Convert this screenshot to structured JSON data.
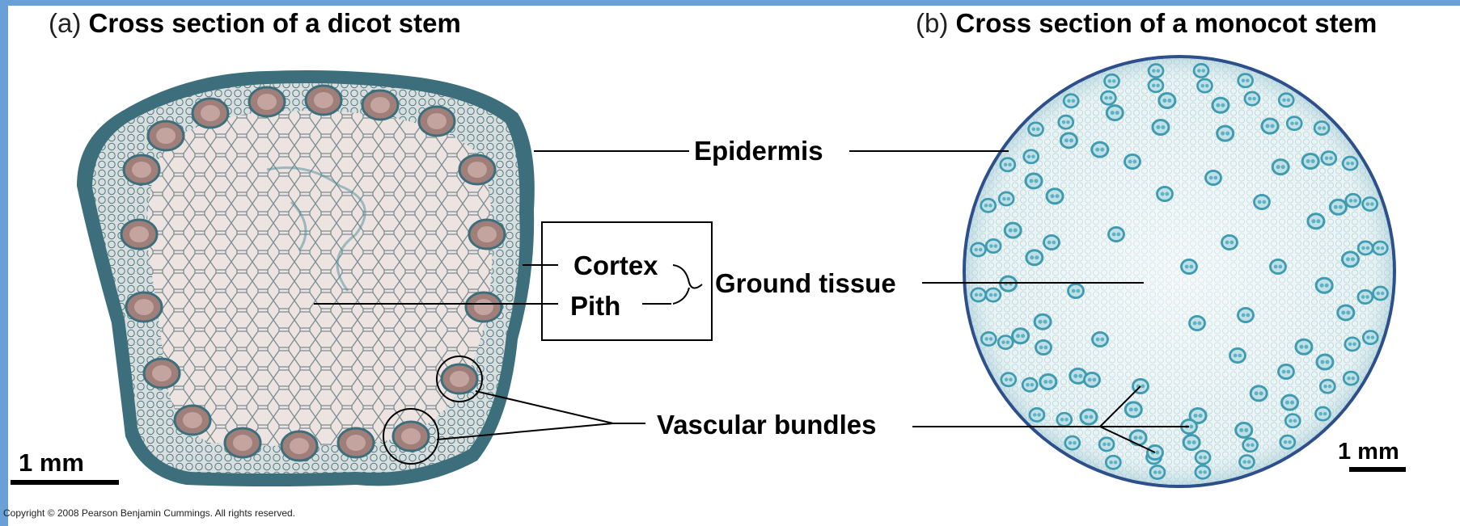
{
  "panel_a": {
    "tag": "(a)",
    "title": "Cross section of a dicot stem",
    "scale_label": "1 mm"
  },
  "panel_b": {
    "tag": "(b)",
    "title": "Cross section of a monocot stem",
    "scale_label": "1 mm"
  },
  "labels": {
    "epidermis": "Epidermis",
    "cortex": "Cortex",
    "pith": "Pith",
    "ground_tissue": "Ground tissue",
    "vascular_bundles": "Vascular bundles"
  },
  "copyright": "Copyright © 2008 Pearson Benjamin Cummings. All rights reserved.",
  "colors": {
    "background_border": "#6a9fd8",
    "dicot_tissue": "#eae1df",
    "dicot_stain": "#3c6f7b",
    "monocot_tissue": "#e6f1f2",
    "monocot_stain": "#3e9bb0",
    "monocot_rim": "#2d4f8c"
  }
}
